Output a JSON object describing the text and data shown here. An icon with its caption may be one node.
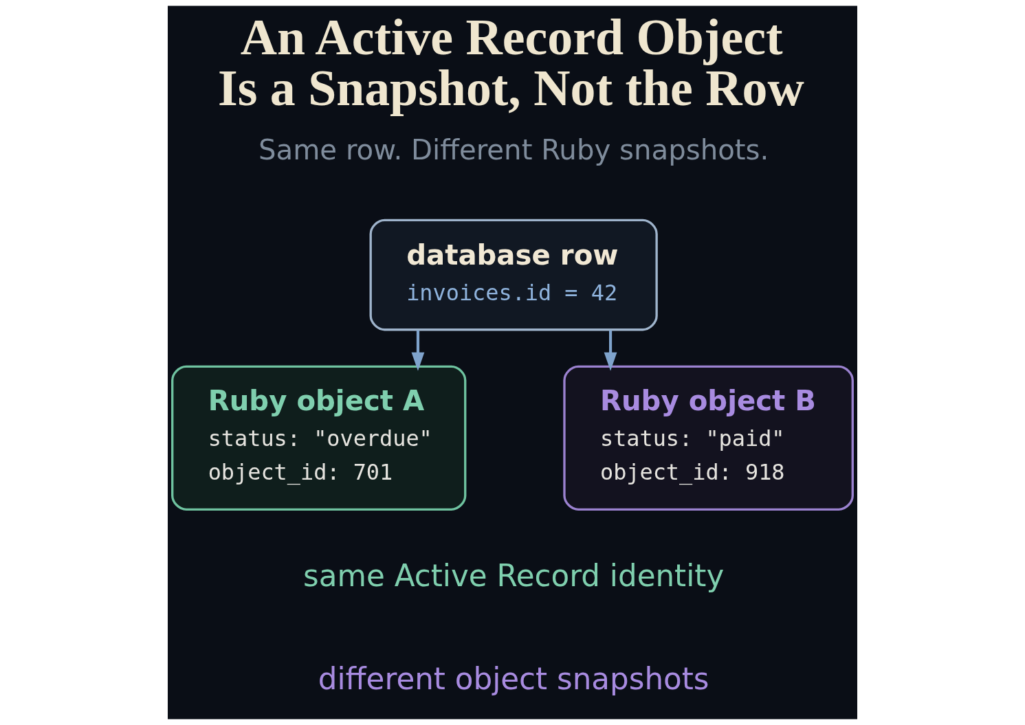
{
  "diagram": {
    "title": "An Active Record Object Is a Snapshot, Not the Row",
    "nodes": [
      {
        "text": [
          "database row",
          "invoices.id = 42"
        ]
      },
      {
        "text": [
          "Ruby object A",
          "status: \"overdue\"",
          "object_id: 701"
        ]
      },
      {
        "text": [
          "Ruby object B",
          "status: \"paid\"",
          "object_id: 918"
        ]
      }
    ],
    "edges": [
      {
        "from": 0,
        "to": 1,
        "arrow": "to"
      },
      {
        "from": 0,
        "to": 2,
        "arrow": "to"
      }
    ],
    "labels": [
      "Same row. Different Ruby snapshots."
    ],
    "legend": [
      {
        "text": "same Active Record identity"
      },
      {
        "text": "different object snapshots"
      }
    ]
  }
}
